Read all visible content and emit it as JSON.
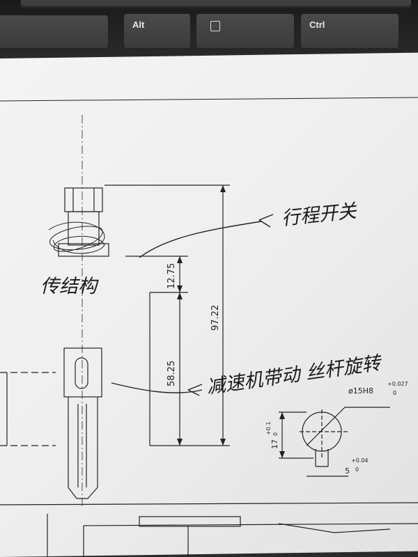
{
  "keyboard": {
    "keys": [
      {
        "label": ""
      },
      {
        "label": "Alt"
      },
      {
        "label": ""
      },
      {
        "label": "Ctrl"
      }
    ],
    "menu_icon": "menu-key-icon"
  },
  "drawing": {
    "dimensions": {
      "top_gap": "12.75",
      "travel": "58.25",
      "total": "97.22",
      "bore": "ø15H8",
      "bore_tol_upper": "+0.027",
      "bore_tol_lower": "0",
      "height": "17",
      "height_tol_upper": "+0.1",
      "height_tol_lower": "0",
      "slot": "5",
      "slot_tol_upper": "+0.04",
      "slot_tol_lower": "0"
    },
    "annotations": {
      "top_right": "行程开关",
      "left": "传结构",
      "middle": "减速机带动 丝杆旋转"
    }
  },
  "colors": {
    "paper": "#f0f0f0",
    "ink": "#1e1e1e",
    "keyboard": "#2a2a2a"
  }
}
